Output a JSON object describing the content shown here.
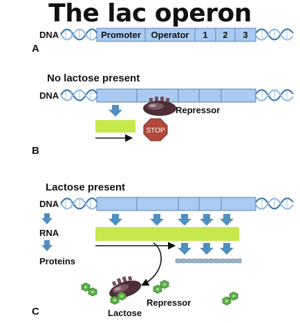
{
  "title": "The lac operon",
  "panel_a": {
    "letter": "A",
    "dna_label": "DNA",
    "segments": [
      "Promoter",
      "Operator",
      "1",
      "2",
      "3"
    ]
  },
  "panel_b": {
    "letter": "B",
    "heading": "No lactose present",
    "dna_label": "DNA",
    "repressor_label": "Repressor",
    "stop_label": "STOP"
  },
  "panel_c": {
    "letter": "C",
    "heading": "Lactose present",
    "dna_label": "DNA",
    "rna_label": "RNA",
    "proteins_label": "Proteins",
    "repressor_label": "Repressor",
    "lactose_label": "Lactose"
  },
  "colors": {
    "dna_segment": "#a9cbf1",
    "helix": "#2f6fb0",
    "arrow": "#4f8fbf",
    "rna": "#c5e84a",
    "stop_sign": "#b04a3c",
    "repressor": "#5a3a42",
    "lactose": "#5fb24a"
  }
}
